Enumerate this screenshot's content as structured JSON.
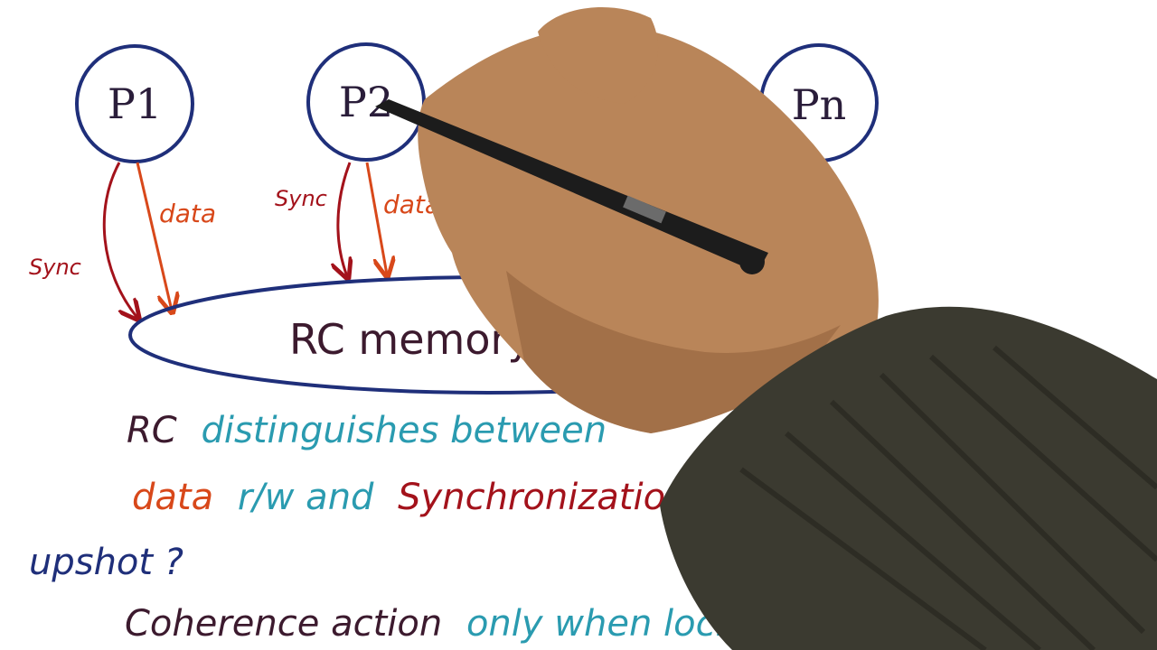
{
  "diagram": {
    "processors": [
      {
        "label": "P1"
      },
      {
        "label": "P2"
      },
      {
        "label": "Pn"
      }
    ],
    "ellipsis": ". . . . .",
    "arrow_labels": {
      "sync": "Sync",
      "data": "data"
    },
    "memory_model": "RC memory model",
    "colors": {
      "circle": "#1f2f7a",
      "sync_arrow": "#a3121b",
      "data_arrow": "#d8481a"
    }
  },
  "notes": {
    "line1": {
      "part1": "RC",
      "part2": "distinguishes between"
    },
    "line2": {
      "part1": "data",
      "part2": "r/w and",
      "part3": "Synchronization r/w"
    },
    "line3": "upshot ?",
    "line4": {
      "part1": "Coherence action",
      "part2": "only when lock released"
    }
  }
}
